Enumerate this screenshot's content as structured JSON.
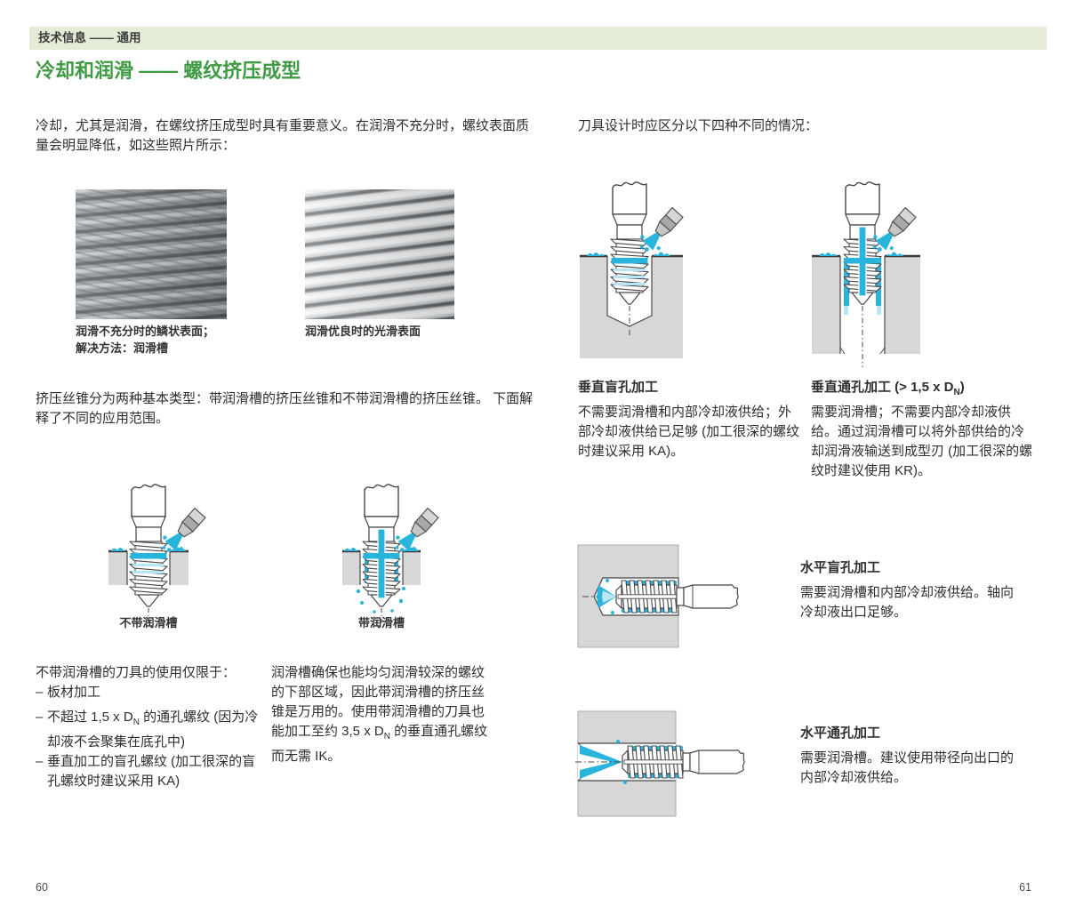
{
  "header": {
    "bar_label": "技术信息 —— 通用",
    "title": "冷却和润滑 —— 螺纹挤压成型"
  },
  "left_page": {
    "page_number": "60",
    "intro": "冷却，尤其是润滑，在螺纹挤压成型时具有重要意义。在润滑不充分时，螺纹表面质量会明显降低，如这些照片所示：",
    "photo_caption_left_line1": "润滑不充分时的鳞状表面；",
    "photo_caption_left_line2": "解决方法：润滑槽",
    "photo_caption_right": "润滑优良时的光滑表面",
    "types_paragraph": "挤压丝锥分为两种基本类型：带润滑槽的挤压丝锥和不带润滑槽的挤压丝锥。 下面解释了不同的应用范围。",
    "diagram_caption_without": "不带润滑槽",
    "diagram_caption_with": "带润滑槽",
    "bullet_marker": "–",
    "usage_intro": "不带润滑槽的刀具的使用仅限于：",
    "usage_bullets": [
      {
        "pre": "板材加工",
        "sub": "",
        "post": ""
      },
      {
        "pre": "不超过 1,5 x D",
        "sub": "N",
        "post": " 的通孔螺纹 (因为冷却液不会聚集在底孔中)"
      },
      {
        "pre": "垂直加工的盲孔螺纹 (加工很深的盲孔螺纹时建议采用 KA)",
        "sub": "",
        "post": ""
      }
    ],
    "groove_paragraph": {
      "pre": "润滑槽确保也能均匀润滑较深的螺纹的下部区域，因此带润滑槽的挤压丝锥是万用的。使用带润滑槽的刀具也能加工至约 3,5 x D",
      "sub": "N",
      "post": " 的垂直通孔螺纹而无需 IK。"
    }
  },
  "right_page": {
    "page_number": "61",
    "intro": "刀具设计时应区分以下四种不同的情况：",
    "cases": [
      {
        "title": {
          "pre": "垂直盲孔加工",
          "sub": "",
          "post": ""
        },
        "body": "不需要润滑槽和内部冷却液供给；外部冷却液供给已足够 (加工很深的螺纹时建议采用 KA)。"
      },
      {
        "title": {
          "pre": "垂直通孔加工 (> 1,5 x D",
          "sub": "N",
          "post": ")"
        },
        "body": "需要润滑槽；不需要内部冷却液供给。通过润滑槽可以将外部供给的冷却润滑液输送到成型刃 (加工很深的螺纹时建议使用 KR)。"
      },
      {
        "title": {
          "pre": "水平盲孔加工",
          "sub": "",
          "post": ""
        },
        "body": "需要润滑槽和内部冷却液供给。轴向冷却液出口足够。"
      },
      {
        "title": {
          "pre": "水平通孔加工",
          "sub": "",
          "post": ""
        },
        "body": "需要润滑槽。建议使用带径向出口的内部冷却液供给。"
      }
    ]
  },
  "colors": {
    "accent_green": "#3f9b43",
    "header_bar_bg": "#e4ecd8",
    "coolant_cyan": "#29b4dc",
    "coolant_light": "#b7e5f4",
    "workpiece_gray": "#d7d7d7",
    "outline_dark": "#474747"
  }
}
